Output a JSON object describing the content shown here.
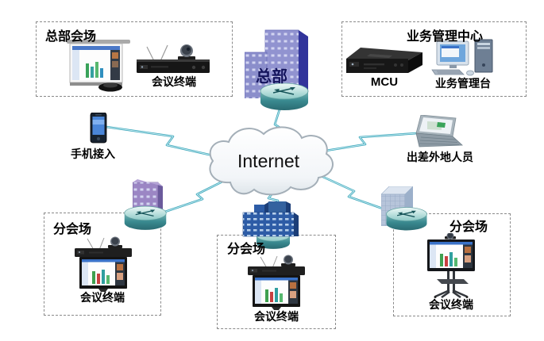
{
  "hq_venue": {
    "title": "总部会场",
    "terminal_label": "会议终端"
  },
  "mgmt_center": {
    "title": "业务管理中心",
    "mcu_label": "MCU",
    "console_label": "业务管理台"
  },
  "headquarters": {
    "label": "总部"
  },
  "internet": {
    "label": "Internet"
  },
  "mobile": {
    "label": "手机接入"
  },
  "traveler": {
    "label": "出差外地人员"
  },
  "branches": [
    {
      "title": "分会场",
      "terminal_label": "会议终端"
    },
    {
      "title": "分会场",
      "terminal_label": "会议终端"
    },
    {
      "title": "分会场",
      "terminal_label": "会议终端"
    }
  ],
  "colors": {
    "link_teal": "#3aa6ba",
    "box_border": "#8a8a8a",
    "building_purple": "#9193d0",
    "building_blue": "#2d5ca6",
    "building_steel": "#b6c4da",
    "router_teal": "#37858c",
    "hq_text": "#14145c"
  }
}
